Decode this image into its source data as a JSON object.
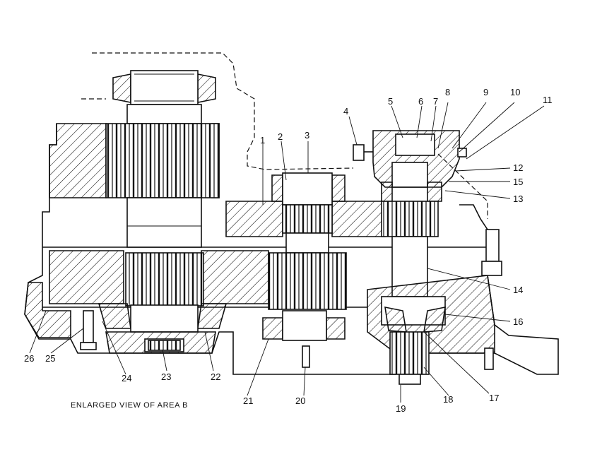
{
  "caption": "ENLARGED VIEW OF AREA B",
  "callouts": [
    "1",
    "2",
    "3",
    "4",
    "5",
    "6",
    "7",
    "8",
    "9",
    "10",
    "11",
    "12",
    "15",
    "13",
    "14",
    "16",
    "17",
    "18",
    "19",
    "20",
    "21",
    "22",
    "23",
    "24",
    "25",
    "26"
  ]
}
